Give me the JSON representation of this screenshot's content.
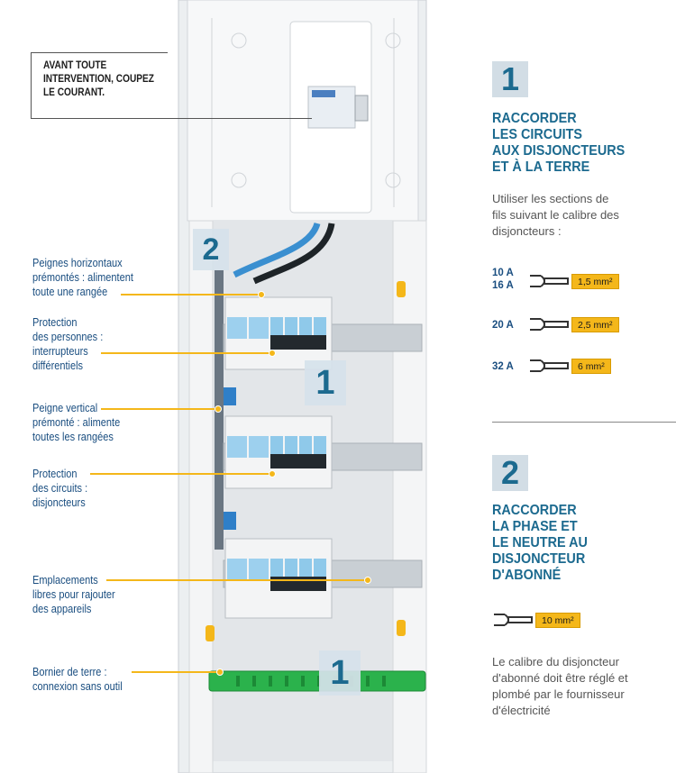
{
  "warning": {
    "text": "AVANT TOUTE\nINTERVENTION, COUPEZ\nLE COURANT."
  },
  "callouts": [
    {
      "key": "peignes-horizontaux",
      "text": "Peignes horizontaux\nprémontés : alimentent\ntoute une rangée"
    },
    {
      "key": "protection-personnes",
      "text": "Protection\ndes personnes :\ninterrupteurs\ndifférentiels"
    },
    {
      "key": "peigne-vertical",
      "text": "Peigne vertical\nprémonté : alimente\ntoutes les rangées"
    },
    {
      "key": "protection-circuits",
      "text": "Protection\ndes circuits :\ndisjoncteurs"
    },
    {
      "key": "emplacements-libres",
      "text": "Emplacements\nlibres pour rajouter\ndes appareils"
    },
    {
      "key": "bornier-terre",
      "text": "Bornier de terre :\nconnexion sans outil"
    }
  ],
  "markers": {
    "phase_neutre": "2",
    "rangee": "1",
    "terre": "1"
  },
  "step1": {
    "number": "1",
    "title": "RACCORDER\nLES CIRCUITS\nAUX DISJONCTEURS\nET À LA TERRE",
    "body": "Utiliser les sections de\nfils suivant le calibre des\ndisjoncteurs :",
    "ratings": [
      {
        "label": "10 A\n16 A",
        "section": "1,5 mm²"
      },
      {
        "label": "20 A",
        "section": "2,5 mm²"
      },
      {
        "label": "32 A",
        "section": "6 mm²"
      }
    ]
  },
  "step2": {
    "number": "2",
    "title": "RACCORDER\nLA PHASE ET\nLE NEUTRE AU\nDISJONCTEUR\nD'ABONNÉ",
    "section": "10 mm²",
    "body": "Le calibre du disjoncteur\nd'abonné doit être réglé et\nplombé par le fournisseur\nd'électricité"
  },
  "colors": {
    "accent_blue": "#1c6a8f",
    "callout_blue": "#1a4e80",
    "leader_yellow": "#f4b71a",
    "breaker_blue": "#8fc9ea",
    "earth_green": "#2bb24c"
  }
}
